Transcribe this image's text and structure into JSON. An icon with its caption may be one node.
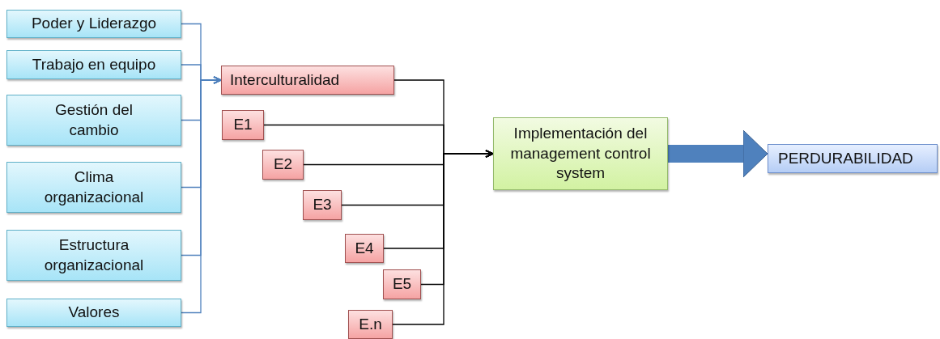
{
  "diagram": {
    "nodes": [
      {
        "text": [
          "Poder y Liderazgo"
        ]
      },
      {
        "text": [
          "Trabajo en equipo"
        ]
      },
      {
        "text": [
          "Gestión del cambio"
        ]
      },
      {
        "text": [
          "Clima organizacional"
        ]
      },
      {
        "text": [
          "Estructura organizacional"
        ]
      },
      {
        "text": [
          "Valores"
        ]
      },
      {
        "text": [
          "Interculturalidad"
        ]
      },
      {
        "text": [
          "E1"
        ]
      },
      {
        "text": [
          "E2"
        ]
      },
      {
        "text": [
          "E3"
        ]
      },
      {
        "text": [
          "E4"
        ]
      },
      {
        "text": [
          "E5"
        ]
      },
      {
        "text": [
          "E.n"
        ]
      },
      {
        "text": [
          "Implementación del management control system"
        ]
      },
      {
        "text": [
          "PERDURABILIDAD"
        ]
      }
    ],
    "edges": [
      {
        "from": 0,
        "to": 6,
        "arrow": "to",
        "color": "#4f81bd"
      },
      {
        "from": 1,
        "to": 6,
        "arrow": "to",
        "color": "#4f81bd"
      },
      {
        "from": 2,
        "to": 6,
        "arrow": "to",
        "color": "#4f81bd"
      },
      {
        "from": 3,
        "to": 6,
        "arrow": "to",
        "color": "#4f81bd"
      },
      {
        "from": 4,
        "to": 6,
        "arrow": "to",
        "color": "#4f81bd"
      },
      {
        "from": 5,
        "to": 6,
        "arrow": "to",
        "color": "#4f81bd"
      },
      {
        "from": 6,
        "to": 13,
        "arrow": "to",
        "color": "#000000"
      },
      {
        "from": 7,
        "to": 13,
        "arrow": "to",
        "color": "#000000"
      },
      {
        "from": 8,
        "to": 13,
        "arrow": "to",
        "color": "#000000"
      },
      {
        "from": 9,
        "to": 13,
        "arrow": "to",
        "color": "#000000"
      },
      {
        "from": 10,
        "to": 13,
        "arrow": "to",
        "color": "#000000"
      },
      {
        "from": 11,
        "to": 13,
        "arrow": "to",
        "color": "#000000"
      },
      {
        "from": 12,
        "to": 13,
        "arrow": "to",
        "color": "#000000"
      },
      {
        "from": 13,
        "to": 14,
        "arrow": "to",
        "style": "thick",
        "color": "#4f81bd"
      }
    ]
  }
}
